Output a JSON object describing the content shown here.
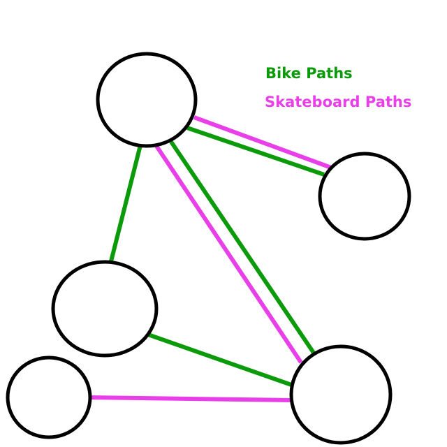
{
  "legend": {
    "bike": {
      "label": "Bike Paths",
      "color": "#0a9a0a"
    },
    "skate": {
      "label": "Skateboard Paths",
      "color": "#e83fe8"
    }
  },
  "graph": {
    "nodes": [
      {
        "id": "top",
        "label": ""
      },
      {
        "id": "right",
        "label": ""
      },
      {
        "id": "middle-left",
        "label": ""
      },
      {
        "id": "bottom-left",
        "label": ""
      },
      {
        "id": "bottom-right",
        "label": ""
      }
    ],
    "edges": [
      {
        "from": "top",
        "to": "right",
        "type": "skate"
      },
      {
        "from": "top",
        "to": "right",
        "type": "bike"
      },
      {
        "from": "top",
        "to": "middle-left",
        "type": "bike"
      },
      {
        "from": "top",
        "to": "bottom-right",
        "type": "skate"
      },
      {
        "from": "top",
        "to": "bottom-right",
        "type": "bike"
      },
      {
        "from": "middle-left",
        "to": "bottom-right",
        "type": "bike"
      },
      {
        "from": "bottom-left",
        "to": "bottom-right",
        "type": "skate"
      }
    ]
  }
}
